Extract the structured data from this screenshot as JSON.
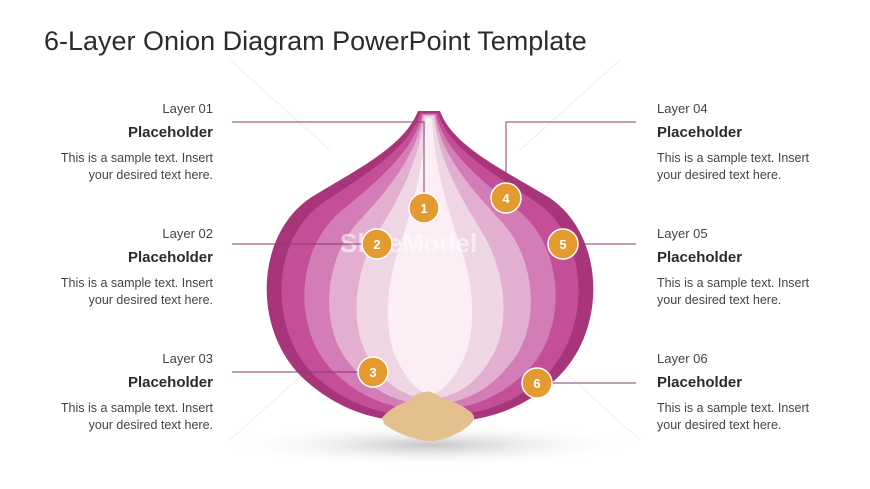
{
  "title": "6-Layer Onion Diagram PowerPoint Template",
  "layers": [
    {
      "number": "1",
      "name": "Layer 01",
      "heading": "Placeholder",
      "desc1": "This is a sample text. Insert",
      "desc2": "your desired text here."
    },
    {
      "number": "2",
      "name": "Layer 02",
      "heading": "Placeholder",
      "desc1": "This is a sample text. Insert",
      "desc2": "your desired text here."
    },
    {
      "number": "3",
      "name": "Layer 03",
      "heading": "Placeholder",
      "desc1": "This is a sample text. Insert",
      "desc2": "your desired text here."
    },
    {
      "number": "4",
      "name": "Layer 04",
      "heading": "Placeholder",
      "desc1": "This is a sample text. Insert",
      "desc2": "your desired text here."
    },
    {
      "number": "5",
      "name": "Layer 05",
      "heading": "Placeholder",
      "desc1": "This is a sample text. Insert",
      "desc2": "your desired text here."
    },
    {
      "number": "6",
      "name": "Layer 06",
      "heading": "Placeholder",
      "desc1": "This is a sample text. Insert",
      "desc2": "your desired text here."
    }
  ],
  "watermark": "SlideModel",
  "colors": {
    "marker": "#e39a2e",
    "onion_outer": "#a8357a",
    "onion_layer2": "#c44f98",
    "onion_layer3": "#d37cb5",
    "onion_layer4": "#e3afd0",
    "onion_layer5": "#efd6e4",
    "onion_core": "#fbeef5",
    "root": "#e3c08d",
    "leader_line": "#8b3a6d"
  }
}
